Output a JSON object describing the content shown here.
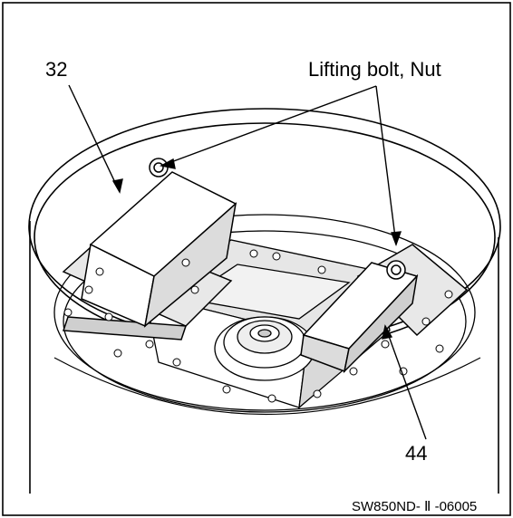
{
  "callouts": {
    "part_32": "32",
    "lifting_bolt_nut": "Lifting bolt, Nut",
    "part_44": "44"
  },
  "figure_code": "SW850ND- Ⅱ -06005",
  "colors": {
    "line": "#000000",
    "fill": "#ffffff",
    "shade": "#d9d9d9",
    "dark": "#9a9a9a"
  }
}
